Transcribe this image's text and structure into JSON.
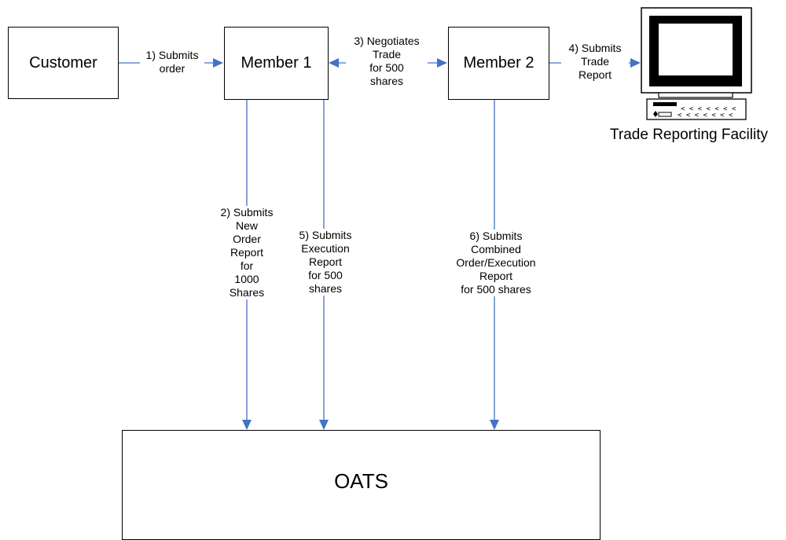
{
  "nodes": {
    "customer": "Customer",
    "member1": "Member 1",
    "member2": "Member 2",
    "oats": "OATS",
    "trf": "Trade Reporting Facility"
  },
  "edges": {
    "e1": "1) Submits\norder",
    "e2": "2) Submits\nNew\nOrder\nReport\nfor\n1000\nShares",
    "e3": "3) Negotiates\nTrade\nfor 500\nshares",
    "e4": "4) Submits\nTrade\nReport",
    "e5": "5) Submits\nExecution\nReport\nfor 500\nshares",
    "e6": "6) Submits\nCombined\nOrder/Execution\nReport\nfor 500 shares"
  },
  "colors": {
    "arrow": "#4472C4",
    "border": "#000000"
  },
  "icons": {
    "trf": "computer-terminal-icon"
  }
}
